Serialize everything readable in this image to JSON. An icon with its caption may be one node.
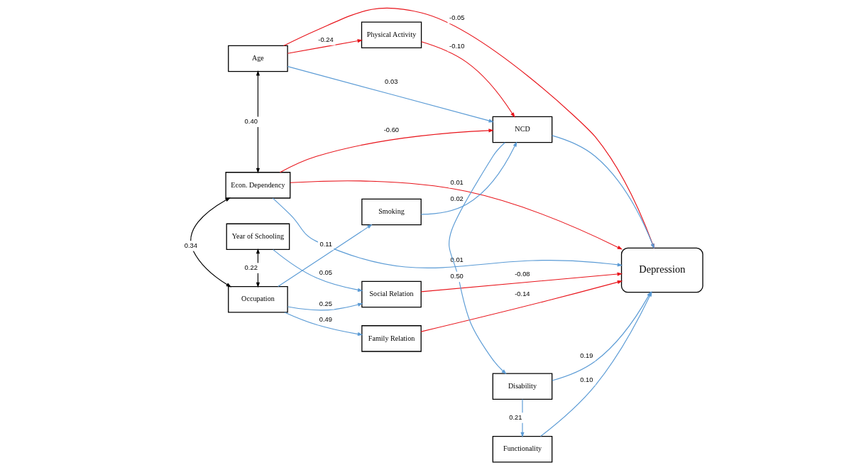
{
  "diagram": {
    "nodes": [
      {
        "text": [
          "Age"
        ]
      },
      {
        "text": [
          "Econ. Dependency"
        ]
      },
      {
        "text": [
          "Year of Schooling"
        ]
      },
      {
        "text": [
          "Occupation"
        ]
      },
      {
        "text": [
          "Physical Activity"
        ]
      },
      {
        "text": [
          "Social Relation"
        ]
      },
      {
        "text": [
          "Family Relation"
        ]
      },
      {
        "text": [
          "Smoking"
        ]
      },
      {
        "text": [
          "NCD"
        ]
      },
      {
        "text": [
          "Disability"
        ]
      },
      {
        "text": [
          "Functionality"
        ]
      },
      {
        "text": [
          "Depression"
        ]
      }
    ],
    "edges": [
      {
        "from": 0,
        "to": 1,
        "arrow": "both",
        "label": "0.40",
        "color": "#000000"
      },
      {
        "from": 2,
        "to": 3,
        "arrow": "both",
        "label": "0.22",
        "color": "#000000"
      },
      {
        "from": 1,
        "to": 3,
        "arrow": "both",
        "label": "0.34",
        "color": "#000000"
      },
      {
        "from": 0,
        "to": 8,
        "arrow": "to",
        "label": "0.03"
      },
      {
        "from": 0,
        "to": 11,
        "arrow": "to",
        "label": "-0.05",
        "color": "#e8141b"
      },
      {
        "from": 0,
        "to": 4,
        "arrow": "to",
        "label": "-0.24",
        "color": "#e8141b"
      },
      {
        "from": 1,
        "to": 8,
        "arrow": "to",
        "label": "-0.60",
        "color": "#e8141b"
      },
      {
        "from": 1,
        "to": 11,
        "arrow": "to",
        "label": "0.01"
      },
      {
        "from": 1,
        "to": 11,
        "arrow": "to",
        "label": "0.01",
        "color": "#e8141b"
      },
      {
        "from": 4,
        "to": 8,
        "arrow": "to",
        "label": "-0.10",
        "color": "#e8141b"
      },
      {
        "from": 8,
        "to": 11,
        "arrow": "to"
      },
      {
        "from": 8,
        "to": 9,
        "arrow": "to",
        "label": "0.50"
      },
      {
        "from": 9,
        "to": 11,
        "arrow": "to",
        "label": "0.19"
      },
      {
        "from": 9,
        "to": 10,
        "arrow": "to",
        "label": "0.21"
      },
      {
        "from": 10,
        "to": 11,
        "arrow": "to",
        "label": "0.10"
      },
      {
        "from": 5,
        "to": 11,
        "arrow": "to",
        "label": "-0.08",
        "color": "#e8141b"
      },
      {
        "from": 6,
        "to": 11,
        "arrow": "to",
        "label": "-0.14",
        "color": "#e8141b"
      },
      {
        "from": 2,
        "to": 5,
        "arrow": "to",
        "label": "0.05"
      },
      {
        "from": 3,
        "to": 5,
        "arrow": "to",
        "label": "0.25"
      },
      {
        "from": 3,
        "to": 6,
        "arrow": "to",
        "label": "0.49"
      },
      {
        "from": 3,
        "to": 7,
        "arrow": "to",
        "label": "0.11"
      },
      {
        "from": 7,
        "to": 8,
        "arrow": "to",
        "label": "0.02"
      }
    ]
  }
}
